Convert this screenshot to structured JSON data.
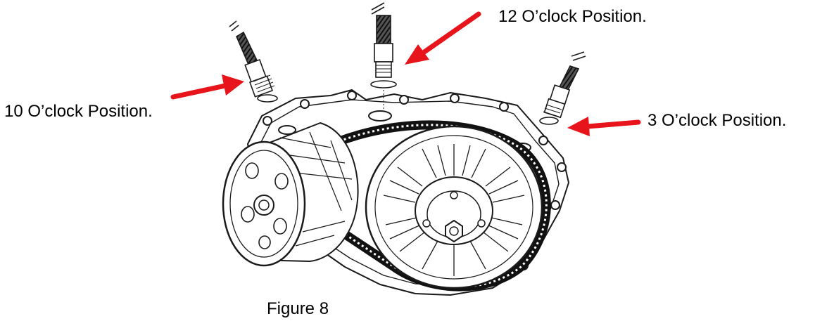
{
  "callouts": {
    "twelve_oclock": "12 O’clock Position.",
    "ten_oclock": "10 O’clock Position.",
    "three_oclock": "3 O’clock Position."
  },
  "caption": "Figure 8",
  "colors": {
    "arrow": "#e8141c",
    "line_art": "#1a1a1a"
  }
}
